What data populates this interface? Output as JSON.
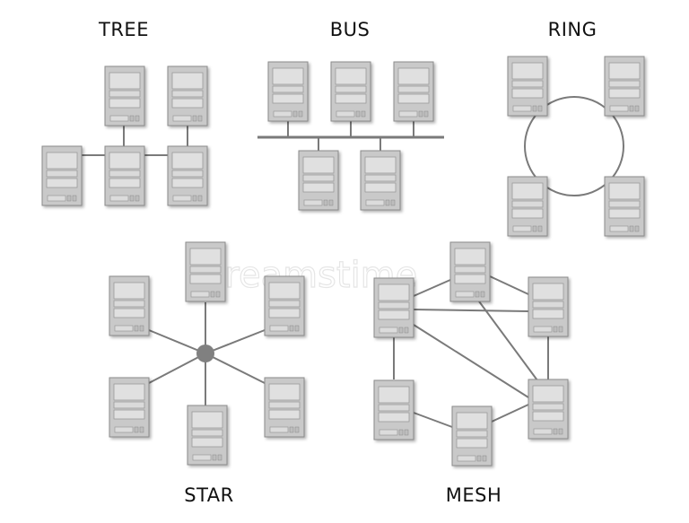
{
  "labels": {
    "tree": "TREE",
    "bus": "BUS",
    "ring": "RING",
    "star": "STAR",
    "mesh": "MESH"
  },
  "watermark": "dreamstime",
  "colors": {
    "line": "#7a7a7a",
    "server_body": "#c9c9c9",
    "server_border": "#8c8c8c",
    "server_panel": "#e0e0e0",
    "hub": "#808080"
  },
  "icons": {
    "node": "server-icon",
    "hub": "hub-dot-icon"
  }
}
